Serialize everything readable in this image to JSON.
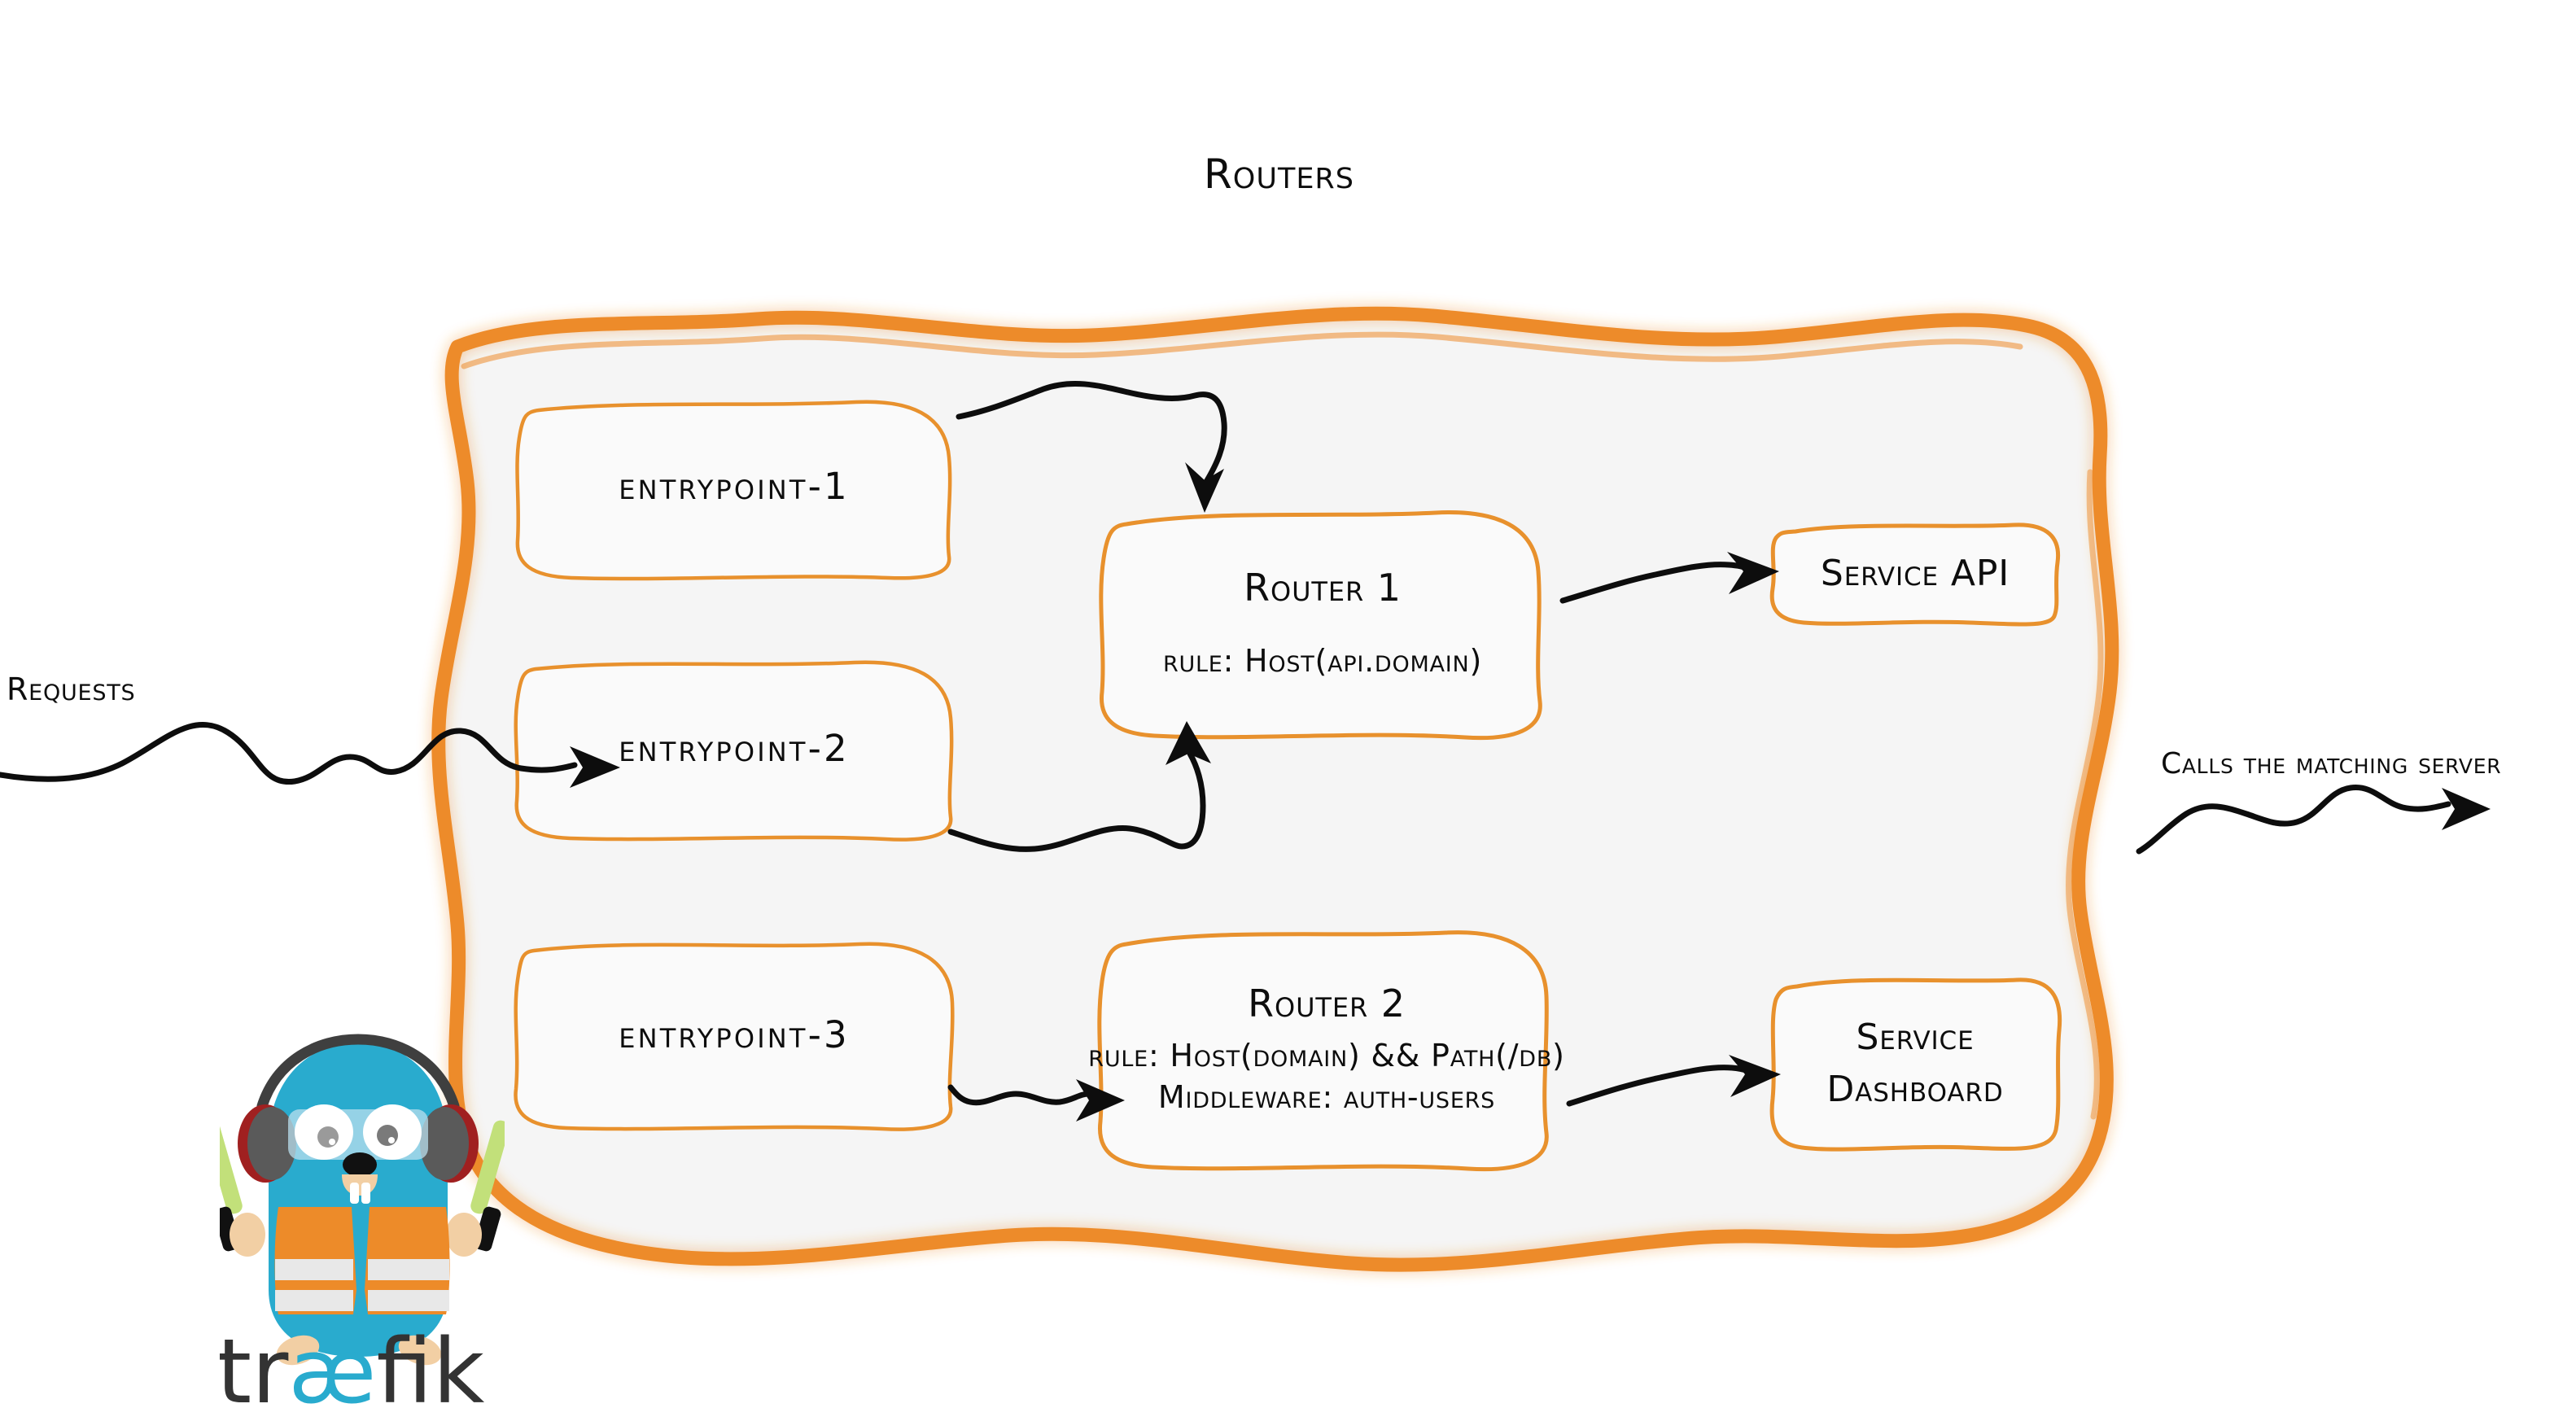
{
  "title": "Routers",
  "colors": {
    "brand_orange": "#ED8B29",
    "box_border_orange": "#E8912D",
    "container_fill": "#F5F5F5",
    "ink_black": "#0D0D0D",
    "gopher_cyan": "#29ABCE",
    "vest_orange": "#ED8B29",
    "wordmark_dark": "#333333"
  },
  "entrypoints": [
    {
      "label": "entrypoint-1"
    },
    {
      "label": "entrypoint-2"
    },
    {
      "label": "entrypoint-3"
    }
  ],
  "routers": [
    {
      "title": "Router 1",
      "lines": [
        "rule: Host(api.domain)"
      ]
    },
    {
      "title": "Router 2",
      "lines": [
        "rule: Host(domain) && Path(/db)",
        "Middleware: auth-users"
      ]
    }
  ],
  "services": [
    {
      "lines": [
        "Service API"
      ]
    },
    {
      "lines": [
        "Service",
        "Dashboard"
      ]
    }
  ],
  "edge_labels": {
    "requests": "Requests",
    "calls": "Calls the matching server"
  },
  "logo": {
    "wordmark_left": "tr",
    "wordmark_ligature": "æ",
    "wordmark_right": "fik"
  }
}
